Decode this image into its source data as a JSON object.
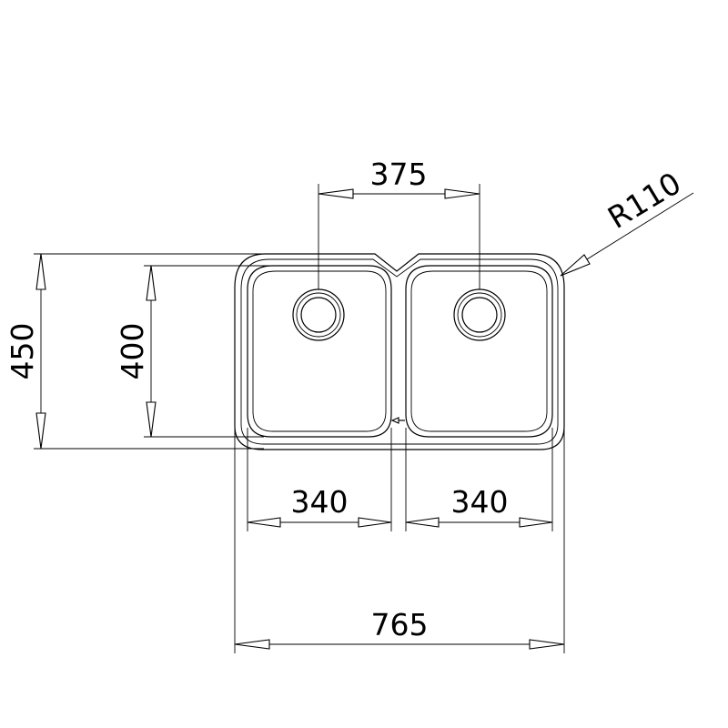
{
  "dimensions": {
    "drain_spacing": "375",
    "corner_radius": "R110",
    "outer_depth": "450",
    "bowl_depth": "400",
    "left_bowl_width": "340",
    "right_bowl_width": "340",
    "overall_width": "765"
  },
  "colors": {
    "line": "#000000",
    "background": "#ffffff"
  }
}
